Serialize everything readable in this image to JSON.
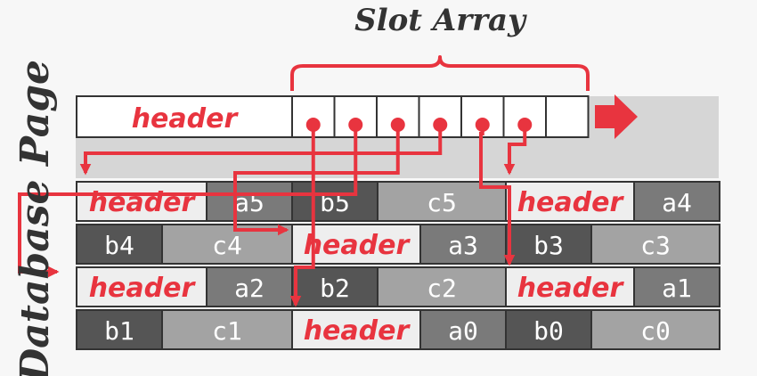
{
  "title": "Slot Array",
  "side_label": "Database Page",
  "slot_header_label": "header",
  "colors": {
    "accent": "#e8343f",
    "dark": "#555555",
    "mid": "#7a7a7a",
    "light": "#a3a3a3",
    "header_bg": "#eeeeee",
    "band": "#d6d6d6"
  },
  "rows": [
    [
      {
        "label": "header",
        "kind": "header"
      },
      {
        "label": "a5",
        "kind": "mid"
      },
      {
        "label": "b5",
        "kind": "dark"
      },
      {
        "label": "c5",
        "kind": "light"
      },
      {
        "label": "header",
        "kind": "header"
      },
      {
        "label": "a4",
        "kind": "mid"
      }
    ],
    [
      {
        "label": "b4",
        "kind": "dark"
      },
      {
        "label": "c4",
        "kind": "light"
      },
      {
        "label": "header",
        "kind": "header"
      },
      {
        "label": "a3",
        "kind": "mid"
      },
      {
        "label": "b3",
        "kind": "dark"
      },
      {
        "label": "c3",
        "kind": "light"
      }
    ],
    [
      {
        "label": "header",
        "kind": "header"
      },
      {
        "label": "a2",
        "kind": "mid"
      },
      {
        "label": "b2",
        "kind": "dark"
      },
      {
        "label": "c2",
        "kind": "light"
      },
      {
        "label": "header",
        "kind": "header"
      },
      {
        "label": "a1",
        "kind": "mid"
      }
    ],
    [
      {
        "label": "b1",
        "kind": "dark"
      },
      {
        "label": "c1",
        "kind": "light"
      },
      {
        "label": "header",
        "kind": "header"
      },
      {
        "label": "a0",
        "kind": "mid"
      },
      {
        "label": "b0",
        "kind": "dark"
      },
      {
        "label": "c0",
        "kind": "light"
      }
    ]
  ]
}
